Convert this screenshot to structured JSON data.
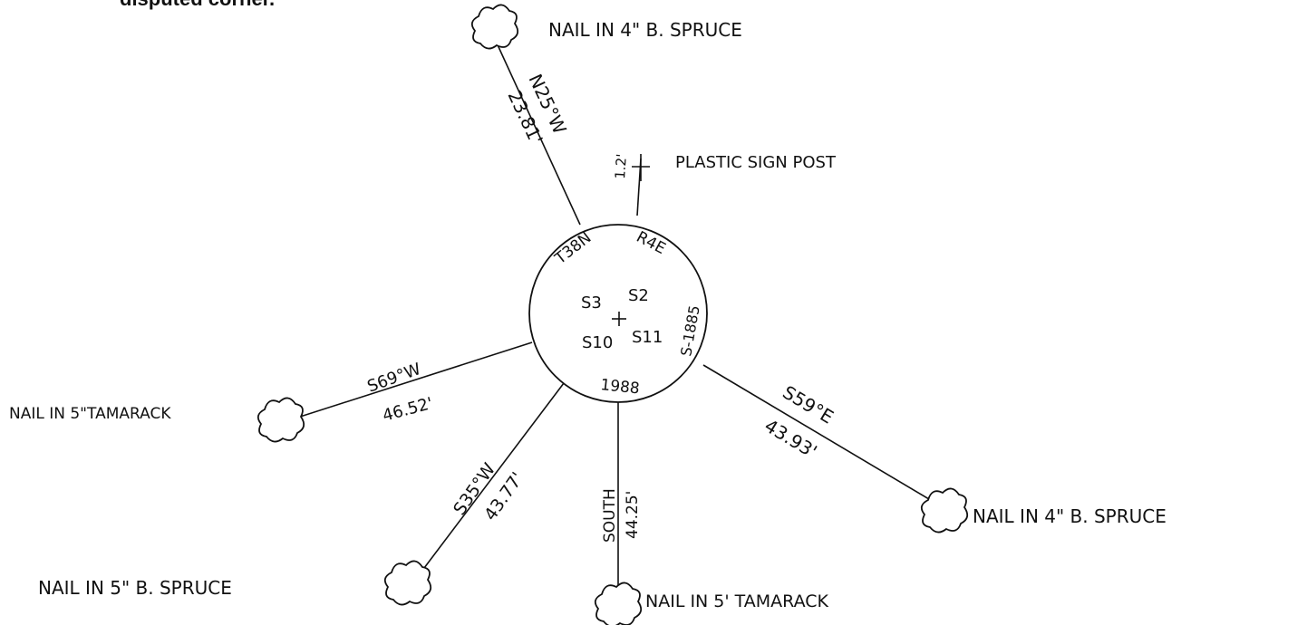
{
  "caption": "disputed corner.",
  "center": {
    "top_left": "T38N",
    "top_right": "R4E",
    "right_side": "S-1885",
    "bottom": "1988",
    "sec_ul": "S3",
    "sec_ur": "S2",
    "sec_ll": "S10",
    "sec_lr": "S11"
  },
  "sign_post": {
    "label": "PLASTIC SIGN POST",
    "distance": "1.2'"
  },
  "ties": [
    {
      "id": "n",
      "bearing": "N25°W",
      "distance": "23.81'",
      "tree": "NAIL IN 4\" B. SPRUCE"
    },
    {
      "id": "se",
      "bearing": "S59°E",
      "distance": "43.93'",
      "tree": "NAIL IN 4\" B. SPRUCE"
    },
    {
      "id": "s",
      "bearing": "SOUTH",
      "distance": "44.25'",
      "tree": "NAIL IN 5' TAMARACK"
    },
    {
      "id": "ssw",
      "bearing": "S35°W",
      "distance": "43.77'",
      "tree": "NAIL IN 5\" B. SPRUCE"
    },
    {
      "id": "wsw",
      "bearing": "S69°W",
      "distance": "46.52'",
      "tree": "NAIL IN 5\"TAMARACK"
    }
  ]
}
